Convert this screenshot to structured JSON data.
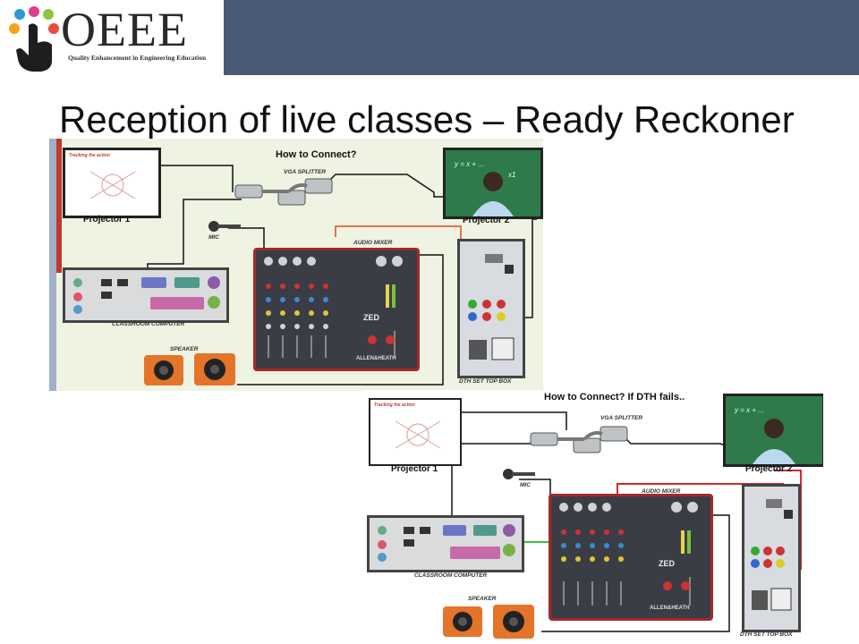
{
  "header": {
    "logo_text": "OEEE",
    "logo_tagline": "Quality Enhancement in Engineering Education",
    "accent_color": "#4a5a74"
  },
  "slide": {
    "title": "Reception of live classes – Ready Reckoner"
  },
  "diagram_top": {
    "heading": "How to Connect?",
    "projector1": "Projector 1",
    "projector2": "Projector 2",
    "vga_splitter": "VGA SPLITTER",
    "mic": "MIC",
    "audio_mixer": "AUDIO MIXER",
    "classroom_computer": "CLASSROOM COMPUTER",
    "speaker": "SPEAKER",
    "dth": "DTH SET TOP BOX",
    "mixer_brand": "ALLEN&HEATH",
    "mixer_model": "ZED",
    "screen_heading": "Tracking the action"
  },
  "diagram_bottom": {
    "heading": "How to Connect? If DTH fails..",
    "projector1": "Projector 1",
    "projector2": "Projector 2",
    "vga_splitter": "VGA SPLITTER",
    "mic": "MIC",
    "audio_mixer": "AUDIO MIXER",
    "classroom_computer": "CLASSROOM COMPUTER",
    "speaker": "SPEAKER",
    "dth": "DTH SET TOP BOX",
    "mixer_brand": "ALLEN&HEATH",
    "mixer_model": "ZED",
    "screen_heading": "Tracking the action"
  }
}
